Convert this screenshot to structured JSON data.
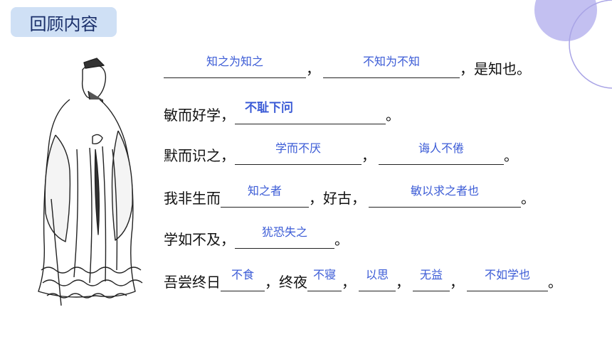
{
  "title": "回顾内容",
  "colors": {
    "accent": "#3b5bd6",
    "badge": "#cfe0f5",
    "deco": "#a9a4e6"
  },
  "figure_icon": "confucius-figure-illustration",
  "lines": [
    {
      "parts": [
        "知之为知之",
        "，",
        "不知为不知",
        "，是知也。"
      ]
    },
    {
      "parts": [
        "敏而好学，",
        "不耻下问",
        "。"
      ]
    },
    {
      "parts": [
        "默而识之，",
        "学而不厌",
        "，",
        "诲人不倦",
        "。"
      ]
    },
    {
      "parts": [
        "我非生而",
        "知之者",
        "，好古，",
        "敏以求之者也",
        "。"
      ]
    },
    {
      "parts": [
        "学如不及，",
        "犹恐失之",
        "。"
      ]
    },
    {
      "parts": [
        "吾尝终日",
        "不食",
        "，终夜",
        "不寝",
        "，",
        "以思",
        "，",
        "无益",
        "，",
        "不如学也",
        "。"
      ]
    }
  ]
}
